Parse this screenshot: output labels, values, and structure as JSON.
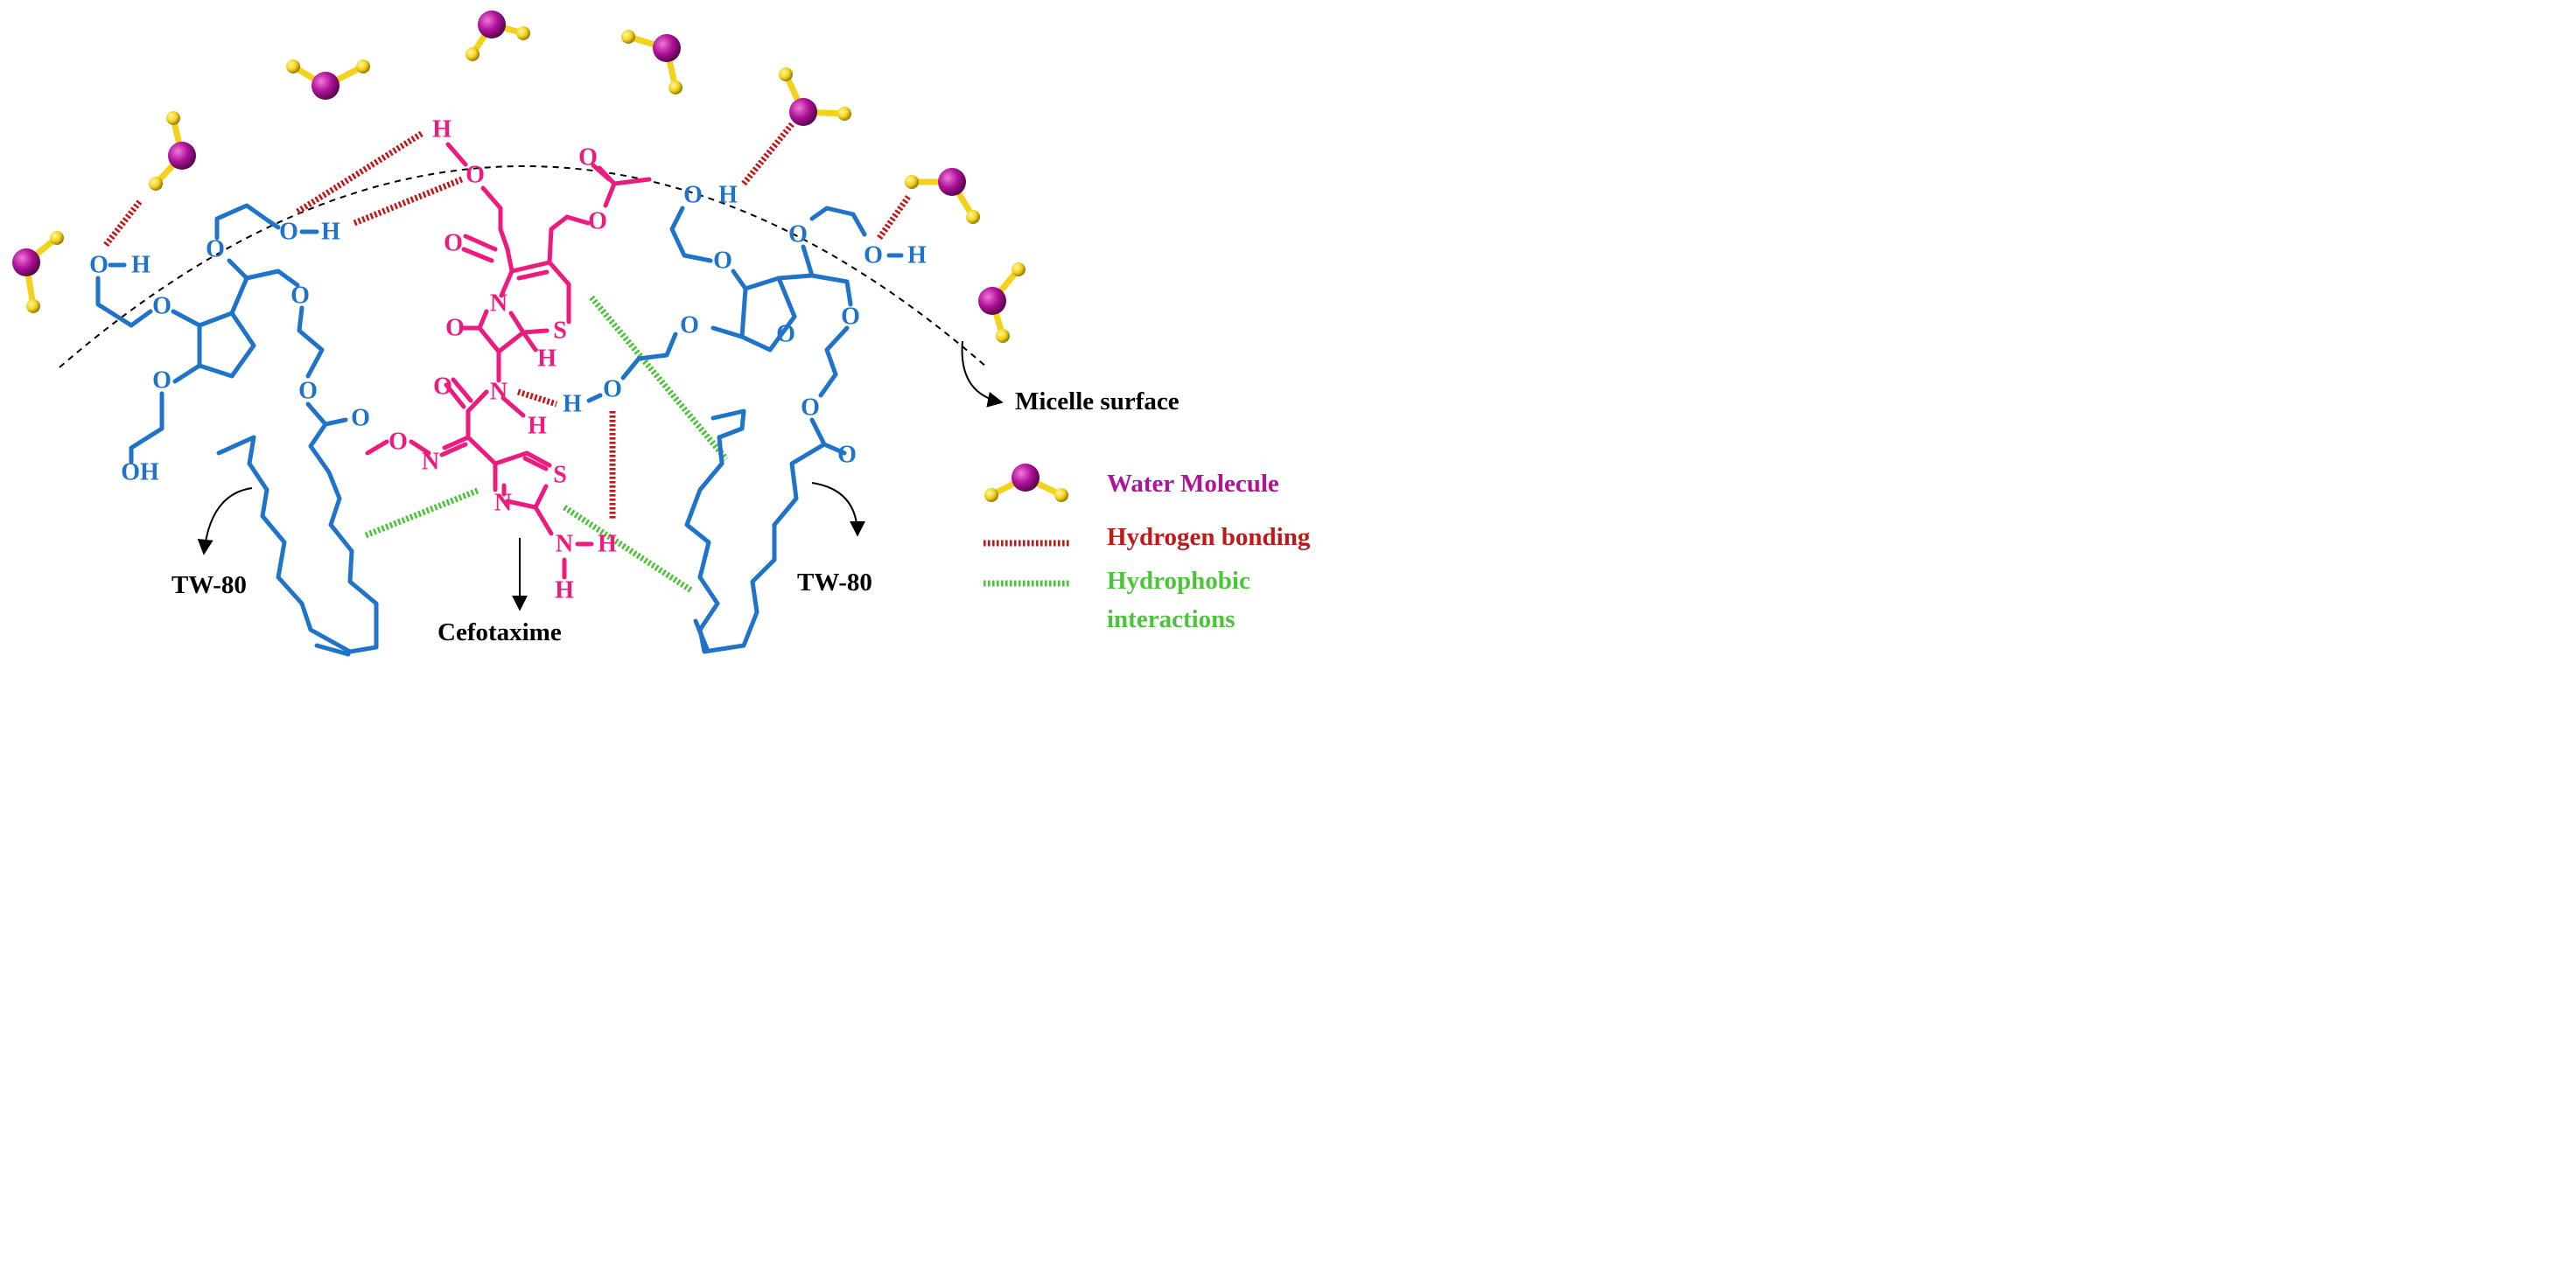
{
  "atoms": {
    "o": "O",
    "h": "H",
    "n": "N",
    "s": "S",
    "oh_left": "OH"
  },
  "labels": {
    "micelle_surface": "Micelle surface",
    "tw80_left": "TW-80",
    "tw80_right": "TW-80",
    "cefotaxime": "Cefotaxime"
  },
  "legend": {
    "water": "Water Molecule",
    "hbond": "Hydrogen bonding",
    "hydrophobic_line1": "Hydrophobic",
    "hydrophobic_line2": "interactions"
  },
  "colors": {
    "tween_blue": "#1f73c8",
    "drug_pink": "#ee1a7e",
    "hbond_red": "#c01818",
    "hydrophobic_green": "#4cc43a",
    "water_oxygen": "#b0129a",
    "water_hydrogen": "#f2d21a",
    "legend_water_text": "#b0129a",
    "legend_hbond_text": "#c01818",
    "legend_hydrophobic_text": "#4cc43a"
  }
}
